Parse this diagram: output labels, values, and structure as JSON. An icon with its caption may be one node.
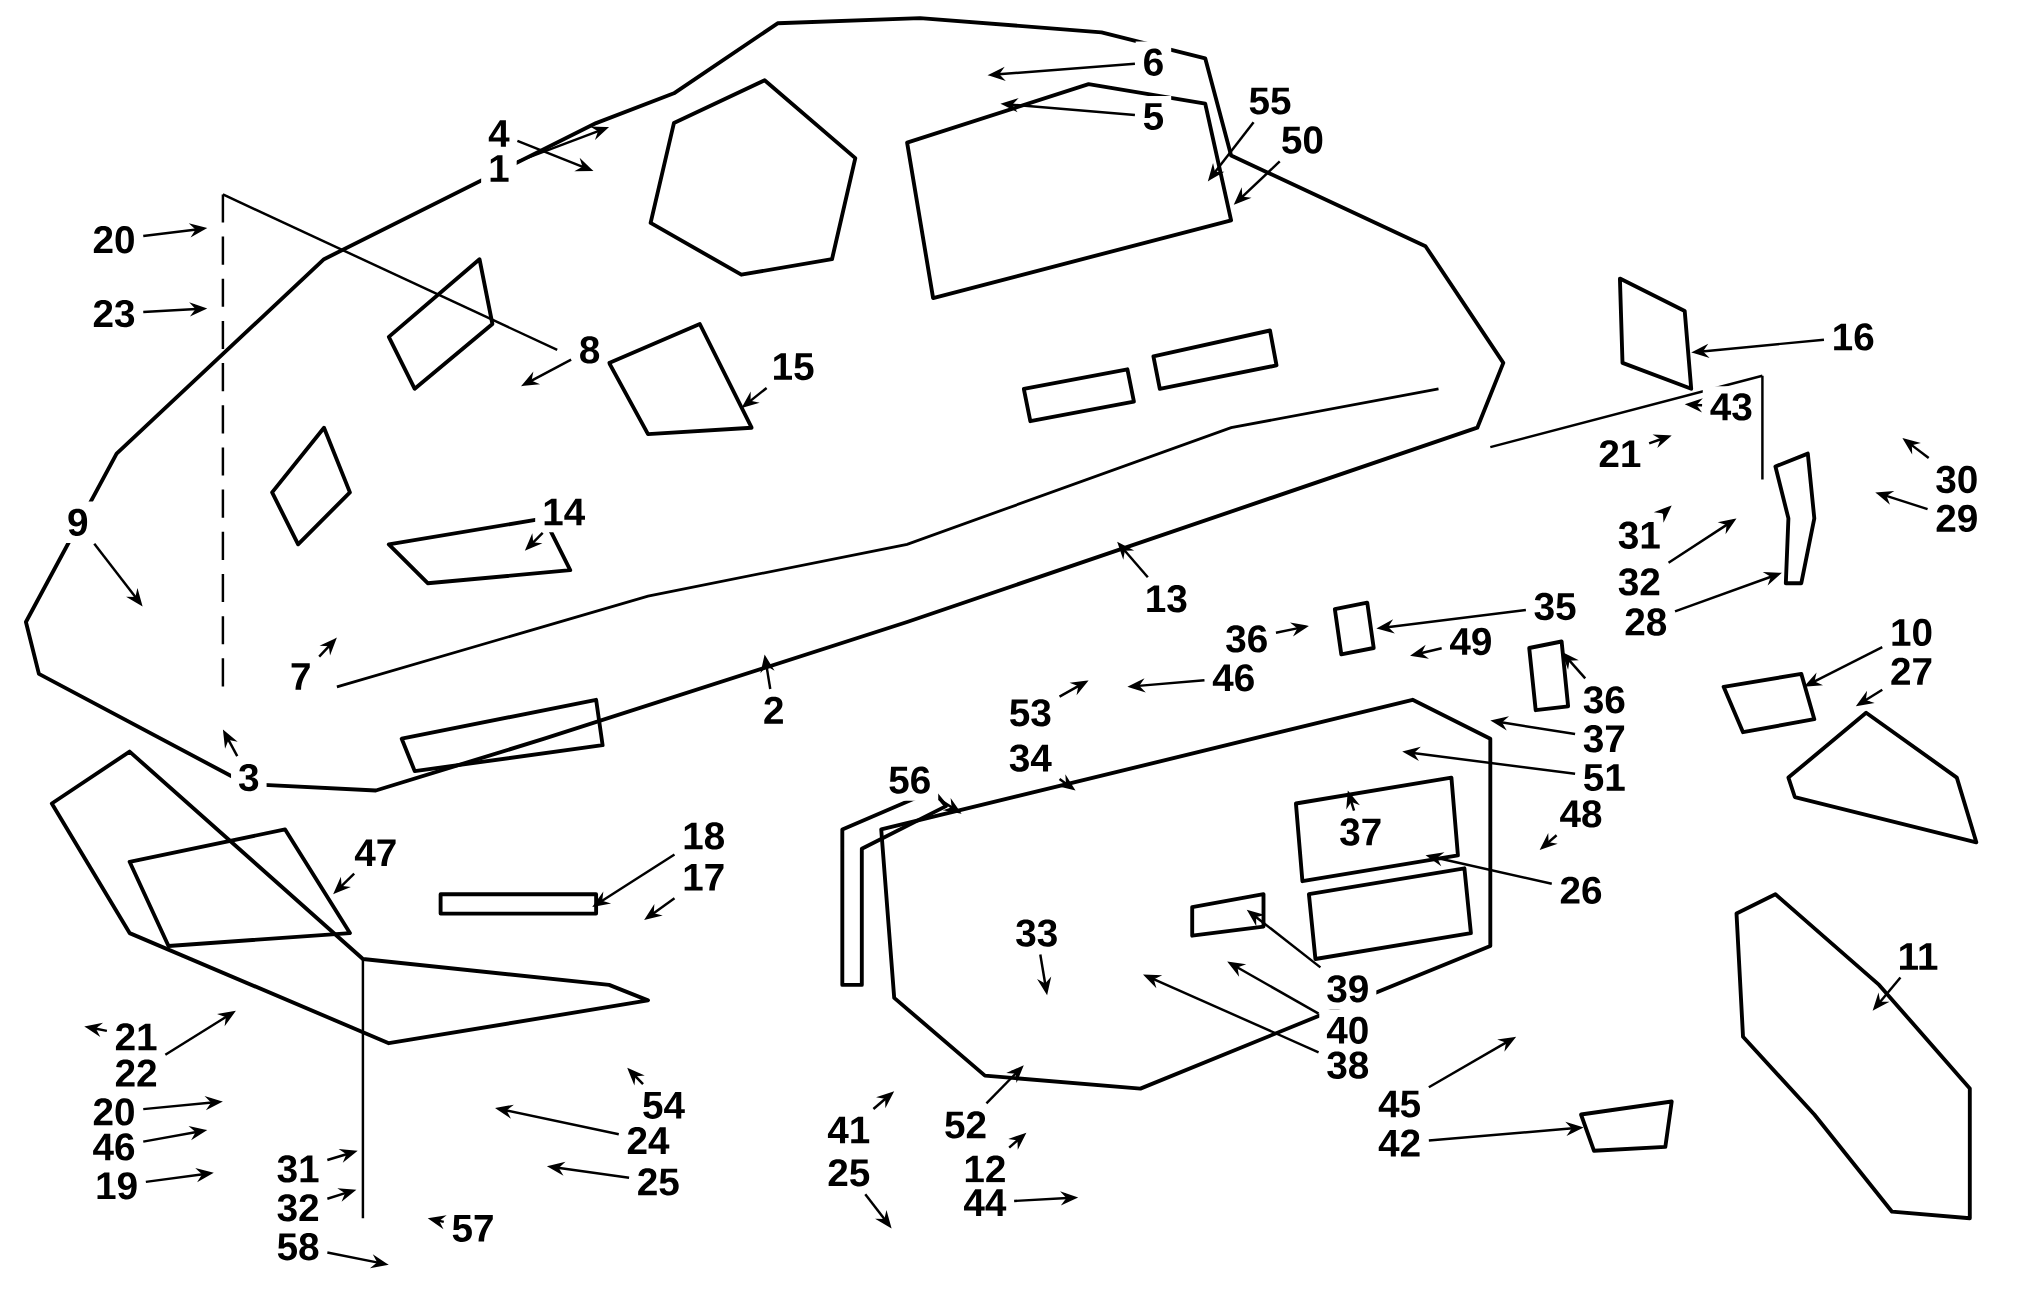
{
  "diagram": {
    "nodes": [
      {
        "text": [
          "6"
        ]
      },
      {
        "text": [
          "5"
        ]
      },
      {
        "text": [
          "4"
        ]
      },
      {
        "text": [
          "1"
        ]
      },
      {
        "text": [
          "55"
        ]
      },
      {
        "text": [
          "50"
        ]
      },
      {
        "text": [
          "20"
        ]
      },
      {
        "text": [
          "23"
        ]
      },
      {
        "text": [
          "8"
        ]
      },
      {
        "text": [
          "15"
        ]
      },
      {
        "text": [
          "16"
        ]
      },
      {
        "text": [
          "43"
        ]
      },
      {
        "text": [
          "21"
        ]
      },
      {
        "text": [
          "30"
        ]
      },
      {
        "text": [
          "29"
        ]
      },
      {
        "text": [
          "14"
        ]
      },
      {
        "text": [
          "9"
        ]
      },
      {
        "text": [
          "13"
        ]
      },
      {
        "text": [
          "31"
        ]
      },
      {
        "text": [
          "32"
        ]
      },
      {
        "text": [
          "28"
        ]
      },
      {
        "text": [
          "35"
        ]
      },
      {
        "text": [
          "36"
        ]
      },
      {
        "text": [
          "49"
        ]
      },
      {
        "text": [
          "46"
        ]
      },
      {
        "text": [
          "7"
        ]
      },
      {
        "text": [
          "10"
        ]
      },
      {
        "text": [
          "27"
        ]
      },
      {
        "text": [
          "36"
        ]
      },
      {
        "text": [
          "37"
        ]
      },
      {
        "text": [
          "2"
        ]
      },
      {
        "text": [
          "53"
        ]
      },
      {
        "text": [
          "51"
        ]
      },
      {
        "text": [
          "34"
        ]
      },
      {
        "text": [
          "56"
        ]
      },
      {
        "text": [
          "3"
        ]
      },
      {
        "text": [
          "48"
        ]
      },
      {
        "text": [
          "37"
        ]
      },
      {
        "text": [
          "26"
        ]
      },
      {
        "text": [
          "18"
        ]
      },
      {
        "text": [
          "17"
        ]
      },
      {
        "text": [
          "47"
        ]
      },
      {
        "text": [
          "33"
        ]
      },
      {
        "text": [
          "39"
        ]
      },
      {
        "text": [
          "40"
        ]
      },
      {
        "text": [
          "11"
        ]
      },
      {
        "text": [
          "38"
        ]
      },
      {
        "text": [
          "21"
        ]
      },
      {
        "text": [
          "22"
        ]
      },
      {
        "text": [
          "45"
        ]
      },
      {
        "text": [
          "54"
        ]
      },
      {
        "text": [
          "20"
        ]
      },
      {
        "text": [
          "41"
        ]
      },
      {
        "text": [
          "52"
        ]
      },
      {
        "text": [
          "46"
        ]
      },
      {
        "text": [
          "24"
        ]
      },
      {
        "text": [
          "42"
        ]
      },
      {
        "text": [
          "12"
        ]
      },
      {
        "text": [
          "19"
        ]
      },
      {
        "text": [
          "25"
        ]
      },
      {
        "text": [
          "25"
        ]
      },
      {
        "text": [
          "31"
        ]
      },
      {
        "text": [
          "32"
        ]
      },
      {
        "text": [
          "44"
        ]
      },
      {
        "text": [
          "58"
        ]
      },
      {
        "text": [
          "57"
        ]
      }
    ],
    "edges": [
      {
        "from": 0,
        "to": null,
        "arrow": "to"
      },
      {
        "from": 1,
        "to": null,
        "arrow": "to"
      },
      {
        "from": 2,
        "to": null,
        "arrow": "to"
      },
      {
        "from": 3,
        "to": null,
        "arrow": "to"
      },
      {
        "from": 4,
        "to": null,
        "arrow": "to"
      },
      {
        "from": 5,
        "to": null,
        "arrow": "to"
      },
      {
        "from": 6,
        "to": null,
        "arrow": "to"
      },
      {
        "from": 7,
        "to": null,
        "arrow": "to"
      },
      {
        "from": 8,
        "to": null,
        "arrow": "to"
      },
      {
        "from": 9,
        "to": null,
        "arrow": "to"
      },
      {
        "from": 10,
        "to": null,
        "arrow": "to"
      },
      {
        "from": 11,
        "to": null,
        "arrow": "to"
      },
      {
        "from": 12,
        "to": null,
        "arrow": "to"
      },
      {
        "from": 13,
        "to": null,
        "arrow": "to"
      },
      {
        "from": 14,
        "to": null,
        "arrow": "to"
      },
      {
        "from": 15,
        "to": null,
        "arrow": "to"
      },
      {
        "from": 16,
        "to": null,
        "arrow": "to"
      },
      {
        "from": 17,
        "to": null,
        "arrow": "to"
      },
      {
        "from": 18,
        "to": null,
        "arrow": "to"
      },
      {
        "from": 19,
        "to": null,
        "arrow": "to"
      },
      {
        "from": 20,
        "to": null,
        "arrow": "to"
      },
      {
        "from": 21,
        "to": null,
        "arrow": "to"
      },
      {
        "from": 22,
        "to": null,
        "arrow": "to"
      },
      {
        "from": 23,
        "to": null,
        "arrow": "to"
      },
      {
        "from": 24,
        "to": null,
        "arrow": "to"
      },
      {
        "from": 25,
        "to": null,
        "arrow": "to"
      },
      {
        "from": 26,
        "to": null,
        "arrow": "to"
      },
      {
        "from": 27,
        "to": null,
        "arrow": "to"
      },
      {
        "from": 28,
        "to": null,
        "arrow": "to"
      },
      {
        "from": 29,
        "to": null,
        "arrow": "to"
      },
      {
        "from": 30,
        "to": null,
        "arrow": "to"
      },
      {
        "from": 31,
        "to": null,
        "arrow": "to"
      },
      {
        "from": 32,
        "to": null,
        "arrow": "to"
      },
      {
        "from": 33,
        "to": null,
        "arrow": "to"
      },
      {
        "from": 34,
        "to": null,
        "arrow": "to"
      },
      {
        "from": 35,
        "to": null,
        "arrow": "to"
      },
      {
        "from": 36,
        "to": null,
        "arrow": "to"
      },
      {
        "from": 37,
        "to": null,
        "arrow": "to"
      },
      {
        "from": 38,
        "to": null,
        "arrow": "to"
      },
      {
        "from": 39,
        "to": null,
        "arrow": "to"
      },
      {
        "from": 40,
        "to": null,
        "arrow": "to"
      },
      {
        "from": 41,
        "to": null,
        "arrow": "to"
      },
      {
        "from": 42,
        "to": null,
        "arrow": "to"
      },
      {
        "from": 43,
        "to": null,
        "arrow": "to"
      },
      {
        "from": 44,
        "to": null,
        "arrow": "to"
      },
      {
        "from": 45,
        "to": null,
        "arrow": "to"
      },
      {
        "from": 46,
        "to": null,
        "arrow": "to"
      },
      {
        "from": 47,
        "to": null,
        "arrow": "to"
      },
      {
        "from": 48,
        "to": null,
        "arrow": "to"
      },
      {
        "from": 49,
        "to": null,
        "arrow": "to"
      },
      {
        "from": 50,
        "to": null,
        "arrow": "to"
      },
      {
        "from": 51,
        "to": null,
        "arrow": "to"
      },
      {
        "from": 52,
        "to": null,
        "arrow": "to"
      },
      {
        "from": 53,
        "to": null,
        "arrow": "to"
      },
      {
        "from": 54,
        "to": null,
        "arrow": "to"
      },
      {
        "from": 55,
        "to": null,
        "arrow": "to"
      },
      {
        "from": 56,
        "to": null,
        "arrow": "to"
      },
      {
        "from": 57,
        "to": null,
        "arrow": "to"
      },
      {
        "from": 58,
        "to": null,
        "arrow": "to"
      },
      {
        "from": 59,
        "to": null,
        "arrow": "to"
      },
      {
        "from": 60,
        "to": null,
        "arrow": "to"
      },
      {
        "from": 61,
        "to": null,
        "arrow": "to"
      },
      {
        "from": 62,
        "to": null,
        "arrow": "to"
      },
      {
        "from": 63,
        "to": null,
        "arrow": "to"
      },
      {
        "from": 64,
        "to": null,
        "arrow": "to"
      },
      {
        "from": 65,
        "to": null,
        "arrow": "to"
      }
    ]
  }
}
